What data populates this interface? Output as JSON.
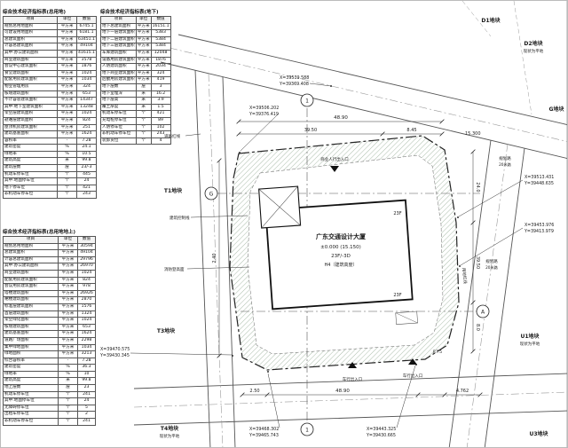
{
  "tables": [
    {
      "title": "综合技术经济指标表(总用地)",
      "headers": [
        "项目",
        "单位",
        "数值"
      ],
      "rows": [
        [
          "规划总用地面积",
          "平方米",
          "6745.1"
        ],
        [
          "可建设用地面积",
          "平方米",
          "6181.1"
        ],
        [
          "总建筑面积",
          "平方米",
          "63451.1"
        ],
        [
          "计容总建筑面积",
          "平方米",
          "49104"
        ],
        [
          "其中:办公建筑面积",
          "平方米",
          "41615.1"
        ],
        [
          "商业建筑面积",
          "平方米",
          "3578"
        ],
        [
          "会议中心建筑面积",
          "平方米",
          "1876"
        ],
        [
          "食堂建筑面积",
          "平方米",
          "1024"
        ],
        [
          "配套用房建筑面积",
          "平方米",
          "1034"
        ],
        [
          "物业管理用房",
          "平方米",
          "324"
        ],
        [
          "核增建筑面积",
          "平方米",
          "653"
        ],
        [
          "不计容总建筑面积",
          "平方米",
          "14347"
        ],
        [
          "其中:地下室建筑面积",
          "平方米",
          "13248"
        ],
        [
          "架空层建筑面积",
          "平方米",
          "1024"
        ],
        [
          "避难层建筑面积",
          "平方米",
          "824"
        ],
        [
          "屋顶机房建筑面积",
          "平方米",
          "251"
        ],
        [
          "建筑基底面积",
          "平方米",
          "1624"
        ],
        [
          "容积率",
          "-",
          "7.28"
        ],
        [
          "建筑密度",
          "%",
          "24.1"
        ],
        [
          "绿地率",
          "%",
          "10.5"
        ],
        [
          "建筑高度",
          "米",
          "99.8"
        ],
        [
          "建筑层数",
          "层",
          "23/-3"
        ],
        [
          "机动车停车位",
          "个",
          "445"
        ],
        [
          "其中:地面停车位",
          "个",
          "24"
        ],
        [
          "地下停车位",
          "个",
          "421"
        ],
        [
          "非机动车停车位",
          "个",
          "243"
        ]
      ]
    },
    {
      "title": "综合技术经济指标表(地下)",
      "headers": [
        "项目",
        "单位",
        "数值"
      ],
      "rows": [
        [
          "地下总建筑面积",
          "平方米",
          "16151.1"
        ],
        [
          "地下一层建筑面积",
          "平方米",
          "5383"
        ],
        [
          "地下二层建筑面积",
          "平方米",
          "5384"
        ],
        [
          "地下三层建筑面积",
          "平方米",
          "5384"
        ],
        [
          "车库建筑面积",
          "平方米",
          "12048"
        ],
        [
          "设备用房建筑面积",
          "平方米",
          "1876"
        ],
        [
          "人防建筑面积",
          "平方米",
          "2034"
        ],
        [
          "地下商业建筑面积",
          "平方米",
          "324"
        ],
        [
          "后勤用房建筑面积",
          "平方米",
          "419"
        ],
        [
          "地下层数",
          "层",
          "3"
        ],
        [
          "地下室埋深",
          "米",
          "16.2"
        ],
        [
          "地下层高",
          "米",
          "3.9"
        ],
        [
          "覆土厚度",
          "米",
          "1.5"
        ],
        [
          "机动车停车位",
          "个",
          "421"
        ],
        [
          "充电桩停车位",
          "个",
          "89"
        ],
        [
          "人防停车位",
          "个",
          "102"
        ],
        [
          "非机动车停车位",
          "个",
          "243"
        ],
        [
          "装卸货位",
          "个",
          "4"
        ]
      ]
    },
    {
      "title": "综合技术经济指标表(总用地地上)",
      "headers": [
        "项目",
        "单位",
        "数值"
      ],
      "rows": [
        [
          "规划总用地面积",
          "平方米",
          "30594"
        ],
        [
          "总建筑面积",
          "平方米",
          "49104"
        ],
        [
          "计容总建筑面积",
          "平方米",
          "29796"
        ],
        [
          "其中:办公建筑面积",
          "平方米",
          "26970"
        ],
        [
          "商业建筑面积",
          "平方米",
          "1024"
        ],
        [
          "配套用房建筑面积",
          "平方米",
          "824"
        ],
        [
          "会议用房建筑面积",
          "平方米",
          "978"
        ],
        [
          "塔楼建筑面积",
          "平方米",
          "26926"
        ],
        [
          "裙楼建筑面积",
          "平方米",
          "2870"
        ],
        [
          "标准层建筑面积",
          "平方米",
          "1576"
        ],
        [
          "首层建筑面积",
          "平方米",
          "1324"
        ],
        [
          "架空绿化面积",
          "平方米",
          "1024"
        ],
        [
          "核增建筑面积",
          "平方米",
          "653"
        ],
        [
          "建筑基底面积",
          "平方米",
          "1624"
        ],
        [
          "道路广场面积",
          "平方米",
          "2298"
        ],
        [
          "集中绿地面积",
          "平方米",
          "1034"
        ],
        [
          "绿地面积",
          "平方米",
          "3213"
        ],
        [
          "综合容积率",
          "-",
          "7.28"
        ],
        [
          "建筑密度",
          "%",
          "36.3"
        ],
        [
          "绿地率",
          "%",
          "10"
        ],
        [
          "建筑高度",
          "米",
          "99.8"
        ],
        [
          "地上层数",
          "层",
          "23"
        ],
        [
          "机动车停车位",
          "个",
          "241"
        ],
        [
          "其中:地面停车位",
          "个",
          "24"
        ],
        [
          "无障碍停车位",
          "个",
          "5"
        ],
        [
          "出租车停车位",
          "个",
          "2"
        ],
        [
          "非机动车停车位",
          "个",
          "241"
        ]
      ]
    }
  ],
  "plan": {
    "building": {
      "name": "广东交通设计大厦",
      "elevation": "±0.000 (15.150)",
      "floors": "23F/-3D",
      "height_note": "H4（建筑高度）",
      "floor_tag": "23F"
    },
    "blocks": [
      {
        "label": "D1地块",
        "note": ""
      },
      {
        "label": "D2地块",
        "note": "现状为平地"
      },
      {
        "label": "G地块",
        "note": ""
      },
      {
        "label": "T1地块",
        "note": ""
      },
      {
        "label": "T3地块",
        "note": ""
      },
      {
        "label": "T4地块",
        "note": "现状为平地"
      },
      {
        "label": "U1地块",
        "note": "现状为平地"
      },
      {
        "label": "U3地块",
        "note": ""
      }
    ],
    "road_labels": [
      {
        "name": "规划路",
        "width": "20米路"
      },
      {
        "name": "规划路",
        "width": "20米路"
      }
    ],
    "coords": [
      {
        "x": "X=39539.588",
        "y": "Y=39369.408"
      },
      {
        "x": "X=39506.202",
        "y": "Y=39376.419"
      },
      {
        "x": "X=39513.431",
        "y": "Y=39448.635"
      },
      {
        "x": "X=39453.976",
        "y": "Y=39413.979"
      },
      {
        "x": "X=39470.575",
        "y": "Y=39430.345"
      },
      {
        "x": "X=39468.302",
        "y": "Y=39465.743"
      },
      {
        "x": "X=39443.325",
        "y": "Y=39430.665"
      }
    ],
    "dims": {
      "top_overall": "48.90",
      "top_seg1": "39.50",
      "top_seg2": "8.45",
      "bottom1": "2.50",
      "bottom2": "48.90",
      "bottom3": "4.762",
      "right1": "15.300",
      "right2": "24.0",
      "right3": "39.50",
      "right4": "8.0",
      "left1": "2.40",
      "radius": "R7.5"
    },
    "axes": [
      "1",
      "G",
      "A",
      "1"
    ],
    "annotations": [
      {
        "text": "商业人行出入口"
      },
      {
        "text": "车行出入口"
      },
      {
        "text": "车行出入口"
      },
      {
        "text": "用地红线"
      },
      {
        "text": "建筑控制线"
      },
      {
        "text": "道路红线"
      },
      {
        "text": "消防登高面"
      }
    ]
  }
}
